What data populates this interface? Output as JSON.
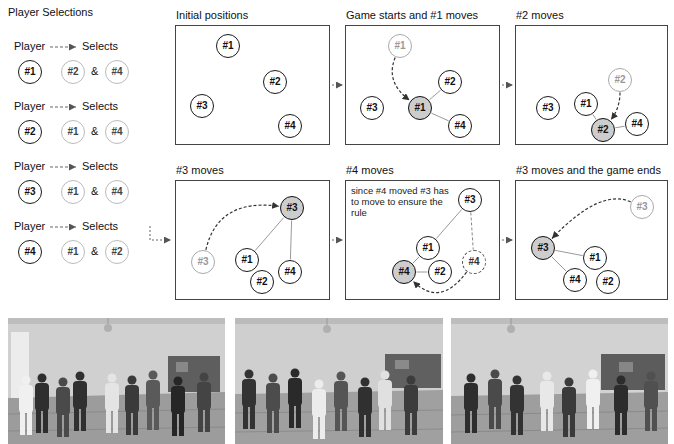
{
  "diagram": {
    "nodes": [
      {
        "text": [
          "#1"
        ]
      },
      {
        "text": [
          "#2"
        ]
      },
      {
        "text": [
          "#4"
        ]
      },
      {
        "text": [
          "#2"
        ]
      },
      {
        "text": [
          "#1"
        ]
      },
      {
        "text": [
          "#4"
        ]
      },
      {
        "text": [
          "#3"
        ]
      },
      {
        "text": [
          "#1"
        ]
      },
      {
        "text": [
          "#4"
        ]
      },
      {
        "text": [
          "#4"
        ]
      },
      {
        "text": [
          "#1"
        ]
      },
      {
        "text": [
          "#2"
        ]
      },
      {
        "text": [
          "Initial positions"
        ]
      },
      {
        "text": [
          "#1"
        ],
        "in": 12
      },
      {
        "text": [
          "#2"
        ],
        "in": 12
      },
      {
        "text": [
          "#3"
        ],
        "in": 12
      },
      {
        "text": [
          "#4"
        ],
        "in": 12
      },
      {
        "text": [
          "Game starts and #1 moves"
        ]
      },
      {
        "text": [
          "#1"
        ],
        "in": 17
      },
      {
        "text": [
          "#2"
        ],
        "in": 17
      },
      {
        "text": [
          "#3"
        ],
        "in": 17
      },
      {
        "text": [
          "#1"
        ],
        "in": 17
      },
      {
        "text": [
          "#4"
        ],
        "in": 17
      },
      {
        "text": [
          "#2 moves"
        ]
      },
      {
        "text": [
          "#2"
        ],
        "in": 23
      },
      {
        "text": [
          "#3"
        ],
        "in": 23
      },
      {
        "text": [
          "#1"
        ],
        "in": 23
      },
      {
        "text": [
          "#2"
        ],
        "in": 23
      },
      {
        "text": [
          "#4"
        ],
        "in": 23
      },
      {
        "text": [
          "#3 moves"
        ]
      },
      {
        "text": [
          "#3"
        ],
        "in": 29
      },
      {
        "text": [
          "#3"
        ],
        "in": 29
      },
      {
        "text": [
          "#1"
        ],
        "in": 29
      },
      {
        "text": [
          "#4"
        ],
        "in": 29
      },
      {
        "text": [
          "#2"
        ],
        "in": 29
      },
      {
        "text": [
          "#4 moves",
          "since #4 moved #3 has to move to ensure the rule"
        ]
      },
      {
        "text": [
          "#3"
        ],
        "in": 35
      },
      {
        "text": [
          "#1"
        ],
        "in": 35
      },
      {
        "text": [
          "#4"
        ],
        "in": 35
      },
      {
        "text": [
          "#4"
        ],
        "in": 35
      },
      {
        "text": [
          "#2"
        ],
        "in": 35
      },
      {
        "text": [
          "#3 moves and the game ends"
        ]
      },
      {
        "text": [
          "#3"
        ],
        "in": 41
      },
      {
        "text": [
          "#3"
        ],
        "in": 41
      },
      {
        "text": [
          "#1"
        ],
        "in": 41
      },
      {
        "text": [
          "#4"
        ],
        "in": 41
      },
      {
        "text": [
          "#2"
        ],
        "in": 41
      }
    ],
    "edges": [
      {
        "from": 18,
        "to": 21,
        "arrow": "to"
      },
      {
        "from": 21,
        "to": 19,
        "arrow": "none"
      },
      {
        "from": 21,
        "to": 22,
        "arrow": "none"
      },
      {
        "from": 24,
        "to": 27,
        "arrow": "to"
      },
      {
        "from": 27,
        "to": 26,
        "arrow": "none"
      },
      {
        "from": 27,
        "to": 28,
        "arrow": "none"
      },
      {
        "from": 31,
        "to": 30,
        "arrow": "to"
      },
      {
        "from": 30,
        "to": 32,
        "arrow": "none"
      },
      {
        "from": 30,
        "to": 33,
        "arrow": "none"
      },
      {
        "from": 38,
        "to": 39,
        "arrow": "to"
      },
      {
        "from": 36,
        "to": 37,
        "arrow": "none"
      },
      {
        "from": 36,
        "to": 38,
        "arrow": "none"
      },
      {
        "from": 39,
        "to": 37,
        "arrow": "none"
      },
      {
        "from": 39,
        "to": 40,
        "arrow": "none"
      },
      {
        "from": 42,
        "to": 43,
        "arrow": "to"
      },
      {
        "from": 43,
        "to": 44,
        "arrow": "none"
      },
      {
        "from": 43,
        "to": 45,
        "arrow": "none"
      }
    ],
    "labels": [
      "Player Selections",
      "Player",
      "Selects",
      "&",
      "Player",
      "Selects",
      "&",
      "Player",
      "Selects",
      "&",
      "Player",
      "Selects",
      "&"
    ]
  }
}
